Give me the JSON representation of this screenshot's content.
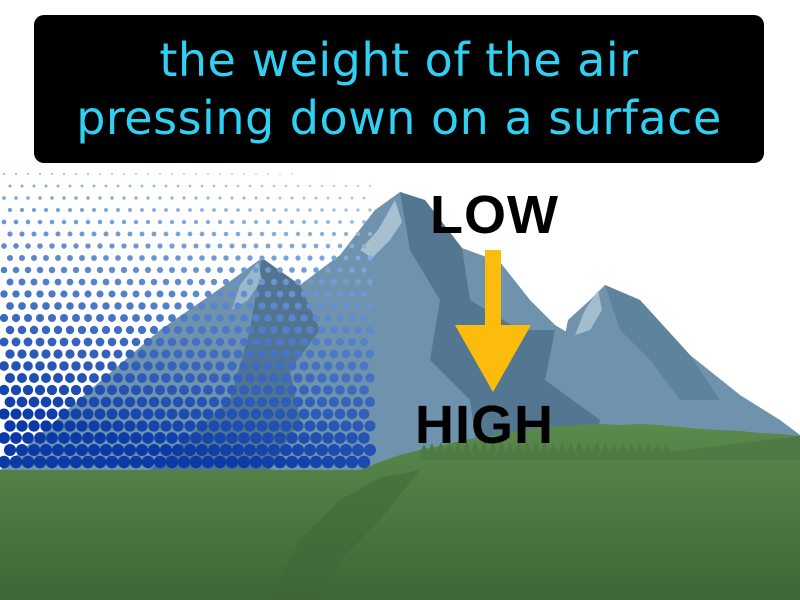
{
  "caption": {
    "line1": "the weight of the air",
    "line2": "pressing down on a surface"
  },
  "labels": {
    "low": "LOW",
    "high": "HIGH"
  },
  "icons": {
    "arrow": "arrow-down-icon"
  },
  "colors": {
    "caption_bg": "#000000",
    "caption_text": "#2fd0f2",
    "arrow": "#fbbc0e",
    "mountain": "#6f93ad",
    "mountain_shadow": "#4e7089",
    "snow": "#b9cfdc",
    "grass": "#4f7a44",
    "dots_light": "#a9d4f3",
    "dots_dark": "#0b3aa8"
  }
}
